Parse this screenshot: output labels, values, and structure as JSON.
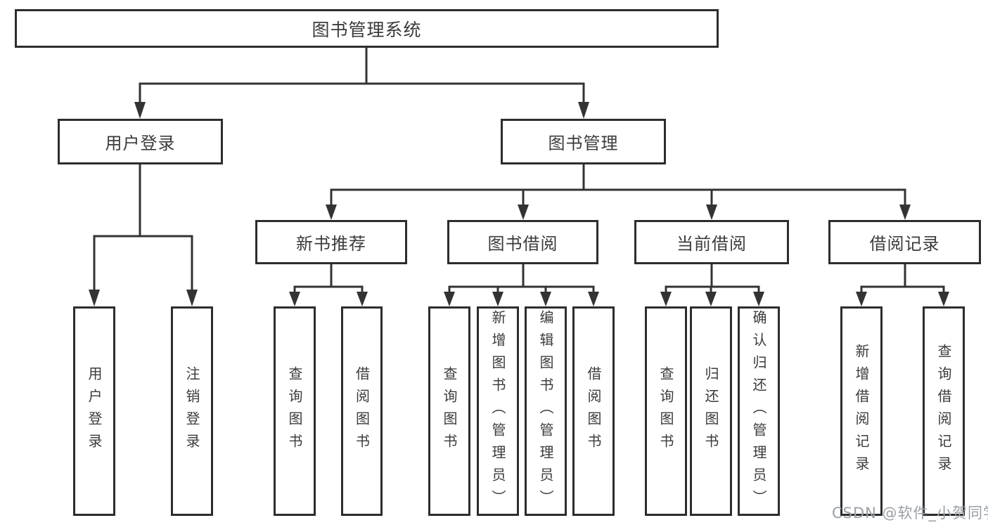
{
  "colors": {
    "line": "#333333",
    "box_border": "#2d2d2d",
    "text": "#3b3b3b",
    "watermark": "#9aa0a6",
    "background": "#ffffff"
  },
  "watermark": "CSDN @软件_小贺同学",
  "tree": {
    "label": "图书管理系统",
    "children": [
      {
        "label": "用户登录",
        "children": [
          {
            "label": "用户登录"
          },
          {
            "label": "注销登录"
          }
        ]
      },
      {
        "label": "图书管理",
        "children": [
          {
            "label": "新书推荐",
            "children": [
              {
                "label": "查询图书"
              },
              {
                "label": "借阅图书"
              }
            ]
          },
          {
            "label": "图书借阅",
            "children": [
              {
                "label": "查询图书"
              },
              {
                "label": "新增图书（管理员）"
              },
              {
                "label": "编辑图书（管理员）"
              },
              {
                "label": "借阅图书"
              }
            ]
          },
          {
            "label": "当前借阅",
            "children": [
              {
                "label": "查询图书"
              },
              {
                "label": "归还图书"
              },
              {
                "label": "确认归还（管理员）"
              }
            ]
          },
          {
            "label": "借阅记录",
            "children": [
              {
                "label": "新增借阅记录"
              },
              {
                "label": "查询借阅记录"
              }
            ]
          }
        ]
      }
    ]
  }
}
